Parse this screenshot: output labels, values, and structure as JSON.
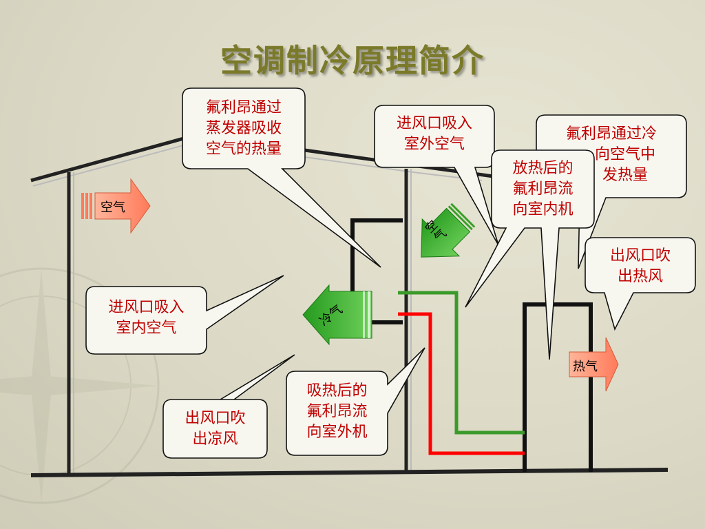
{
  "title": "空调制冷原理简介",
  "callouts": {
    "absorb_evaporator": [
      "氟利昂通过",
      "蒸发器吸收",
      "空气的热量"
    ],
    "outdoor_intake": [
      "进风口吸入",
      "室外空气"
    ],
    "condenser_release": [
      "氟利昂通过冷",
      "向空气中",
      "发热量"
    ],
    "after_release": [
      "放热后的",
      "氟利昂流",
      "向室内机"
    ],
    "outdoor_outlet": [
      "出风口吹",
      "出热风"
    ],
    "indoor_intake": [
      "进风口吸入",
      "室内空气"
    ],
    "after_absorb": [
      "吸热后的",
      "氟利昂流",
      "向室外机"
    ],
    "indoor_outlet": [
      "出风口吹",
      "出凉风"
    ]
  },
  "arrows": {
    "air": "空气",
    "air_vertical": [
      "空",
      "气"
    ],
    "cold": "冷气",
    "hot": "热气"
  },
  "colors": {
    "title": "#7a7a2a",
    "callout_text": "#c00000",
    "pipe_cold": "#3a9a2a",
    "pipe_hot": "#ff0000",
    "arrow_salmon": "#ff8a6a",
    "arrow_green": "#3aa02a"
  }
}
